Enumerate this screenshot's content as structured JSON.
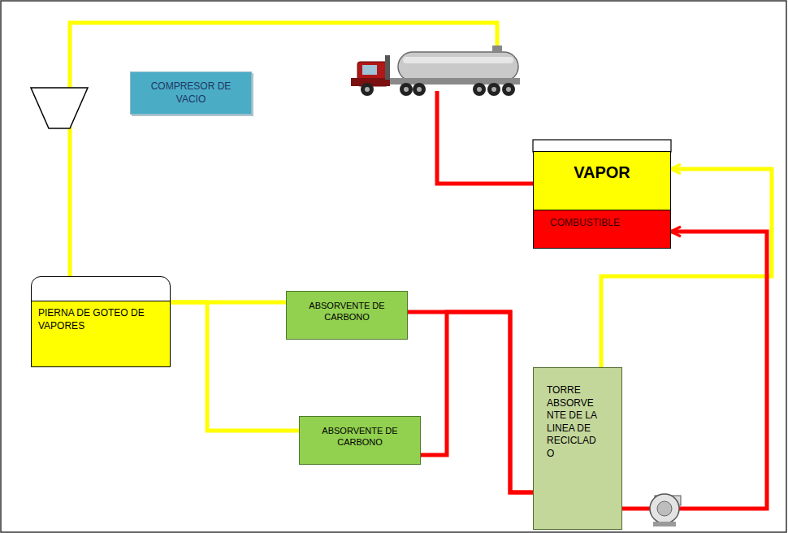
{
  "diagram": {
    "nodes": [
      {
        "text": [
          "COMPRESOR DE VACIO"
        ]
      },
      {
        "text": [
          "VAPOR"
        ]
      },
      {
        "text": [
          "COMBUSTIBLE"
        ]
      },
      {
        "text": [
          "PIERNA DE GOTEO DE VAPORES"
        ]
      },
      {
        "text": [
          "ABSORVENTE DE CARBONO"
        ]
      },
      {
        "text": [
          "ABSORVENTE DE CARBONO"
        ]
      },
      {
        "text": [
          "TORRE ABSORVENTE DE LA LINEA DE RECICLADO"
        ]
      }
    ],
    "edges": [
      {
        "from": 3,
        "to": 4,
        "arrow": "none"
      },
      {
        "from": 3,
        "to": 5,
        "arrow": "none"
      },
      {
        "from": 4,
        "to": 6,
        "arrow": "none"
      },
      {
        "from": 5,
        "to": 6,
        "arrow": "none"
      },
      {
        "from": 6,
        "to": 1,
        "arrow": "to"
      },
      {
        "from": 6,
        "to": 2,
        "arrow": "to"
      }
    ]
  }
}
